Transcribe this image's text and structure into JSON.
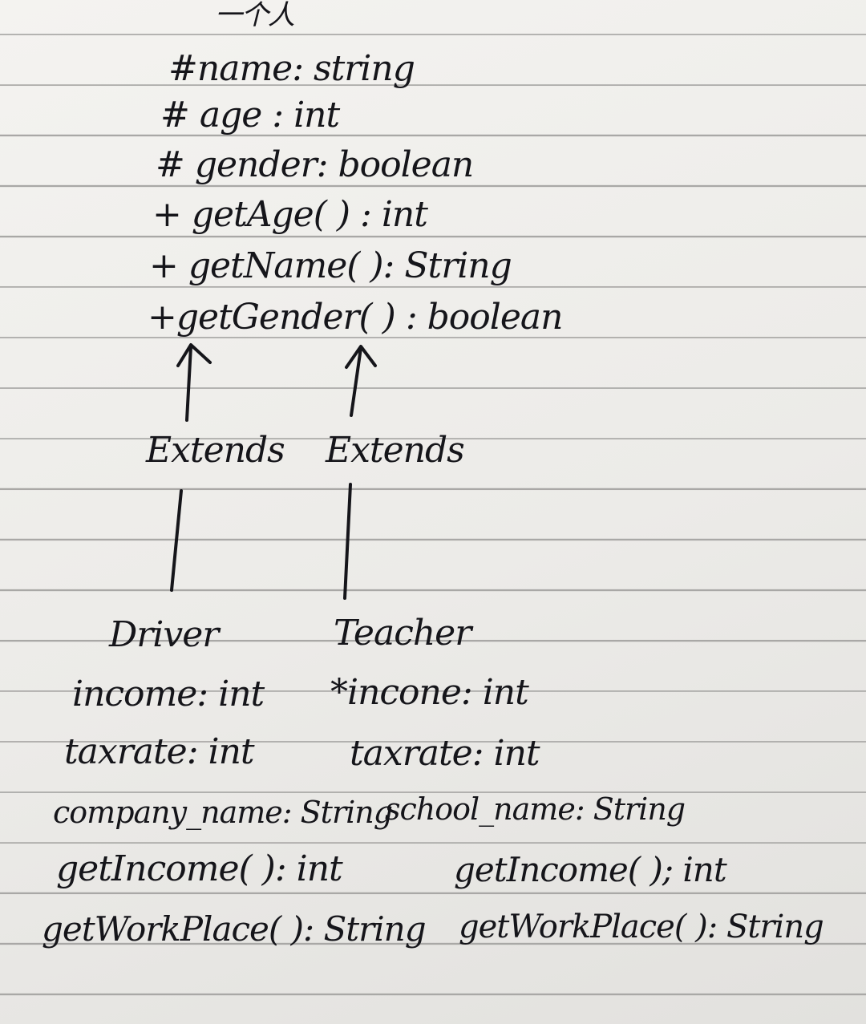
{
  "parent": {
    "title": "一个人",
    "members": [
      "#name: string",
      "# age : int",
      "# gender: boolean",
      "+ getAge( ) : int",
      "+ getName( ): String",
      "+getGender( ) : boolean"
    ]
  },
  "relations": {
    "left_label": "Extends",
    "right_label": "Extends"
  },
  "driver": {
    "title": "Driver",
    "members": [
      "income: int",
      "taxrate: int",
      "company_name: String",
      "getIncome( ): int",
      "getWorkPlace( ): String"
    ]
  },
  "teacher": {
    "title": "Teacher",
    "members": [
      "*incone: int",
      "taxrate: int",
      "school_name: String",
      "getIncome( ); int",
      "getWorkPlace( ): String"
    ]
  }
}
